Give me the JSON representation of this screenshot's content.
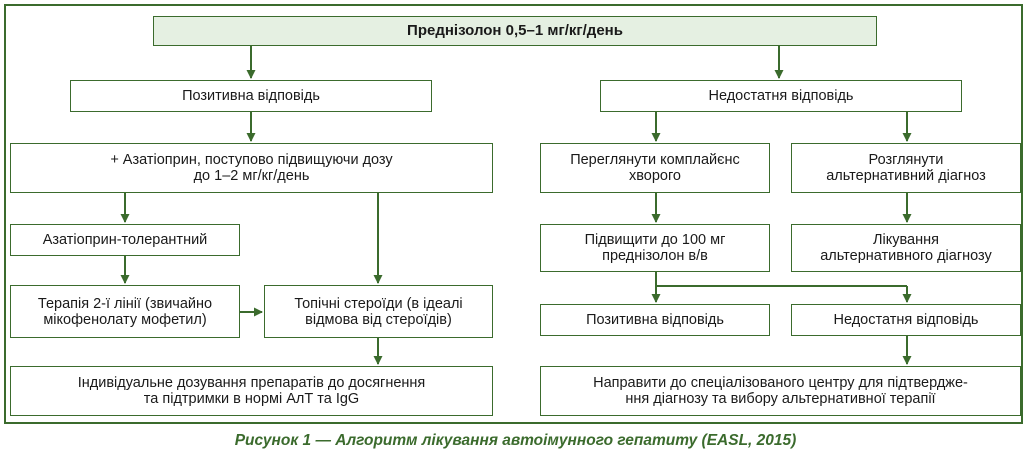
{
  "nodes": {
    "root": "Преднізолон 0,5–1 мг/кг/день",
    "positive": "Позитивна відповідь",
    "insufficient": "Недостатня відповідь",
    "azathioprine": "+ Азатіоприн, поступово підвищуючи дозу\nдо 1–2 мг/кг/день",
    "tolerant": "Азатіоприн-толерантний",
    "second_line": "Терапія 2-ї лінії (звичайно\nмікофенолату мофетил)",
    "topical": "Топічні стероїди (в ідеалі\nвідмова від стероїдів)",
    "individual": "Індивідуальне дозування препаратів до досягнення\nта підтримки в нормі АлТ та IgG",
    "compliance": "Переглянути комплайєнс\nхворого",
    "alt_dx": "Розглянути\nальтернативний діагноз",
    "increase": "Підвищити до 100 мг\nпреднізолон в/в",
    "treat_alt": "Лікування\nальтернативного діагнозу",
    "positive2": "Позитивна відповідь",
    "insufficient2": "Недостатня відповідь",
    "refer": "Направити до спеціалізованого центру для підтвердже-\nння діагнозу та вибору альтернативної терапії"
  },
  "caption": "Рисунок 1 — Алгоритм лікування автоімунного гепатиту (EASL, 2015)",
  "colors": {
    "accent": "#3b6b2d",
    "root_fill": "#e5f0e2"
  }
}
